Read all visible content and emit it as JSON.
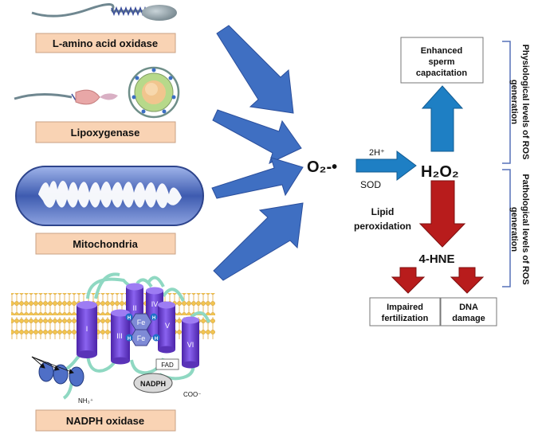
{
  "sources": {
    "laao": "L-amino acid oxidase",
    "lipox": "Lipoxygenase",
    "mito": "Mitochondria",
    "nadph_ox": "NADPH oxidase"
  },
  "enzyme": {
    "helices": [
      "I",
      "II",
      "III",
      "IV",
      "V",
      "VI"
    ],
    "heme": "Fe",
    "heme_h": "H",
    "fad": "FAD",
    "nadph": "NADPH",
    "coo": "COO⁻",
    "nh3": "NH₃⁺"
  },
  "reaction": {
    "superoxide": "O₂-•",
    "protons": "2H⁺",
    "sod": "SOD",
    "h2o2": "H₂O₂",
    "capacitation": [
      "Enhanced",
      "sperm",
      "capacitation"
    ],
    "lipid_perox": [
      "Lipid",
      "peroxidation"
    ],
    "hne": "4-HNE",
    "impaired": [
      "Impaired",
      "fertilization"
    ],
    "dna": [
      "DNA",
      "damage"
    ],
    "physiological": [
      "Physiological levels of ROS",
      "generation"
    ],
    "pathological": [
      "Pathological levels of ROS",
      "generation"
    ]
  },
  "colors": {
    "blue_arrow": "#3f6fc2",
    "teal_arrow": "#1e7fc4",
    "red_arrow": "#b81c1c",
    "label_box": "#f9d3b4",
    "membrane": "#e8b34a",
    "helix": "#7b4fe0",
    "mito": "#5f78c8"
  }
}
